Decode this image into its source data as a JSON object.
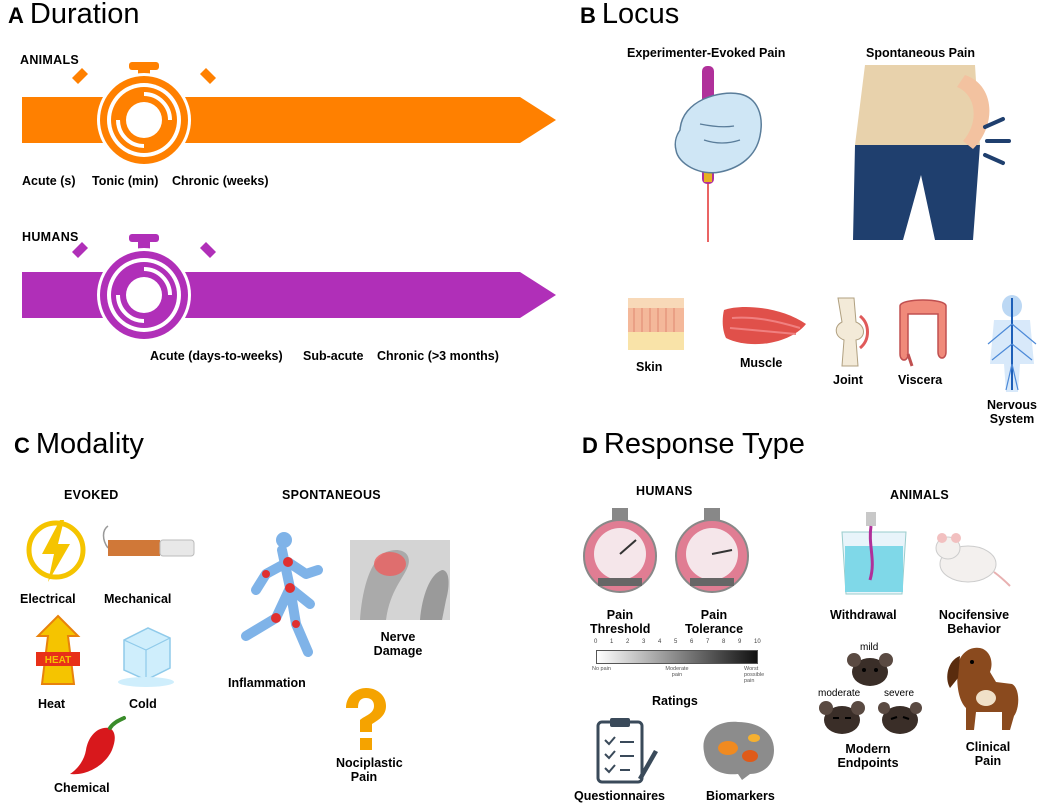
{
  "panels": {
    "a": {
      "letter": "A",
      "title": "Duration",
      "animals_label": "ANIMALS",
      "humans_label": "HUMANS",
      "animal_phases": [
        "Acute (s)",
        "Tonic (min)",
        "Chronic (weeks)"
      ],
      "human_phases": [
        "Acute (days-to-weeks)",
        "Sub-acute",
        "Chronic (>3 months)"
      ],
      "colors": {
        "animals": "#ff8000",
        "humans": "#b02fb8"
      }
    },
    "b": {
      "letter": "B",
      "title": "Locus",
      "evoked_label": "Experimenter-Evoked Pain",
      "spontaneous_label": "Spontaneous Pain",
      "tissues": [
        "Skin",
        "Muscle",
        "Joint",
        "Viscera",
        "Nervous System"
      ]
    },
    "c": {
      "letter": "C",
      "title": "Modality",
      "evoked_header": "EVOKED",
      "spontaneous_header": "SPONTANEOUS",
      "evoked_items": [
        "Electrical",
        "Mechanical",
        "Heat",
        "Cold",
        "Chemical"
      ],
      "heat_sign": "HEAT",
      "spontaneous_items": [
        "Inflammation",
        "Nerve Damage",
        "Nociplastic Pain"
      ]
    },
    "d": {
      "letter": "D",
      "title": "Response Type",
      "humans_header": "HUMANS",
      "animals_header": "ANIMALS",
      "human_items": [
        "Pain Threshold",
        "Pain Tolerance",
        "Ratings",
        "Questionnaires",
        "Biomarkers"
      ],
      "rating_scale": {
        "ticks": [
          "0",
          "1",
          "2",
          "3",
          "4",
          "5",
          "6",
          "7",
          "8",
          "9",
          "10"
        ],
        "anchors": [
          "No pain",
          "Moderate pain",
          "Worst possible pain"
        ]
      },
      "animal_items": [
        "Withdrawal",
        "Nocifensive Behavior",
        "Modern Endpoints",
        "Clinical Pain"
      ],
      "grimace_levels": [
        "mild",
        "moderate",
        "severe"
      ]
    }
  }
}
